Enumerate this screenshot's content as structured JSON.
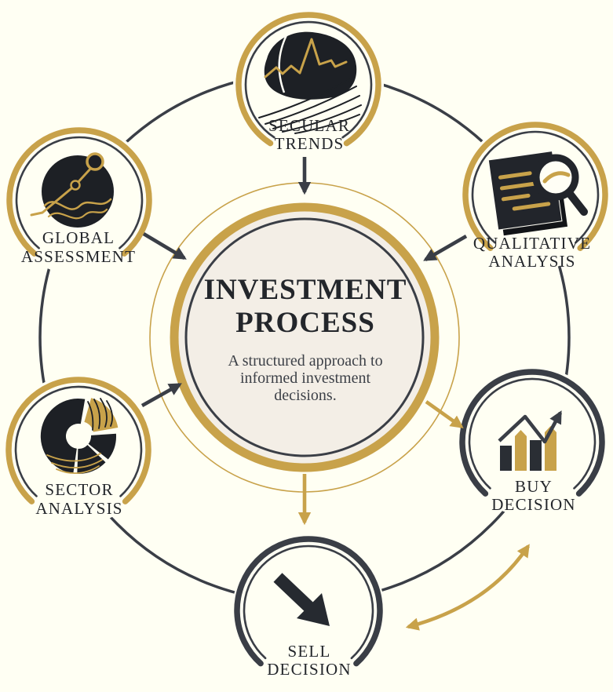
{
  "center": {
    "title_lines": [
      "INVESTMENT",
      "PROCESS"
    ],
    "subtitle_lines": [
      "A structured approach to",
      "informed investment",
      "decisions."
    ]
  },
  "nodes": [
    {
      "id": "secular-trends",
      "label_lines": [
        "SECULAR",
        "TRENDS"
      ],
      "icon": "wave-trend-line-icon",
      "ring_color": "gold"
    },
    {
      "id": "global-assessment",
      "label_lines": [
        "GLOBAL",
        "ASSESSMENT"
      ],
      "icon": "globe-line-chart-icon",
      "ring_color": "gold"
    },
    {
      "id": "qualitative-analysis",
      "label_lines": [
        "QUALITATIVE",
        "ANALYSIS"
      ],
      "icon": "document-magnifier-icon",
      "ring_color": "gold"
    },
    {
      "id": "sector-analysis",
      "label_lines": [
        "SECTOR",
        "ANALYSIS"
      ],
      "icon": "donut-pie-chart-icon",
      "ring_color": "gold"
    },
    {
      "id": "buy-decision",
      "label_lines": [
        "BUY",
        "DECISION"
      ],
      "icon": "bar-chart-up-arrow-icon",
      "ring_color": "dark"
    },
    {
      "id": "sell-decision",
      "label_lines": [
        "SELL",
        "DECISION"
      ],
      "icon": "down-right-arrow-icon",
      "ring_color": "dark"
    }
  ],
  "connections": [
    {
      "from": "secular-trends",
      "to": "center",
      "color": "dark"
    },
    {
      "from": "global-assessment",
      "to": "center",
      "color": "dark"
    },
    {
      "from": "qualitative-analysis",
      "to": "center",
      "color": "dark"
    },
    {
      "from": "sector-analysis",
      "to": "center",
      "color": "dark"
    },
    {
      "from": "center",
      "to": "buy-decision",
      "color": "gold"
    },
    {
      "from": "center",
      "to": "sell-decision",
      "color": "gold"
    },
    {
      "from": "sell-decision",
      "to": "buy-decision",
      "color": "gold",
      "style": "curved-double-arrow"
    }
  ],
  "colors": {
    "gold": "#C8A24A",
    "dark": "#3A3E46",
    "ink": "#23262B",
    "background": "#FFFFF3",
    "center_fill": "#F3EEE6",
    "icon_black": "#1D2025"
  }
}
